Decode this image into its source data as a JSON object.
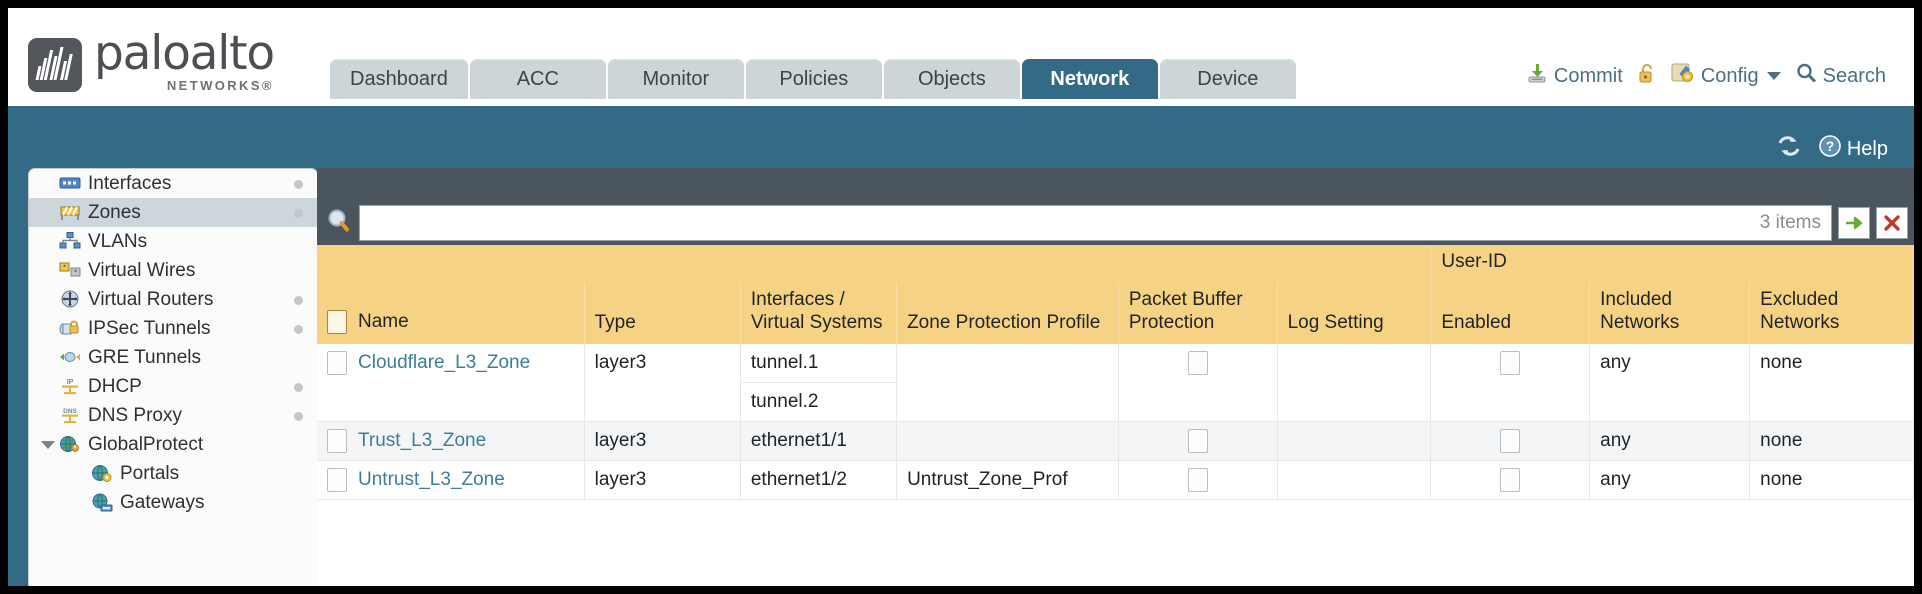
{
  "brand": {
    "name": "paloalto",
    "sub": "NETWORKS®"
  },
  "tabs": [
    {
      "label": "Dashboard",
      "active": false
    },
    {
      "label": "ACC",
      "active": false
    },
    {
      "label": "Monitor",
      "active": false
    },
    {
      "label": "Policies",
      "active": false
    },
    {
      "label": "Objects",
      "active": false
    },
    {
      "label": "Network",
      "active": true
    },
    {
      "label": "Device",
      "active": false
    }
  ],
  "top_actions": {
    "commit": "Commit",
    "lock_icon": "padlock-unlocked-icon",
    "config": "Config",
    "search": "Search"
  },
  "bluebar": {
    "refresh_icon": "refresh-icon",
    "help": "Help"
  },
  "sidebar": {
    "items": [
      {
        "label": "Interfaces",
        "icon": "interfaces-icon",
        "selected": false,
        "dot": true,
        "child": false,
        "caret": false
      },
      {
        "label": "Zones",
        "icon": "zones-icon",
        "selected": true,
        "dot": true,
        "child": false,
        "caret": false
      },
      {
        "label": "VLANs",
        "icon": "vlans-icon",
        "selected": false,
        "dot": false,
        "child": false,
        "caret": false
      },
      {
        "label": "Virtual Wires",
        "icon": "virtual-wires-icon",
        "selected": false,
        "dot": false,
        "child": false,
        "caret": false
      },
      {
        "label": "Virtual Routers",
        "icon": "virtual-routers-icon",
        "selected": false,
        "dot": true,
        "child": false,
        "caret": false
      },
      {
        "label": "IPSec Tunnels",
        "icon": "ipsec-tunnels-icon",
        "selected": false,
        "dot": true,
        "child": false,
        "caret": false
      },
      {
        "label": "GRE Tunnels",
        "icon": "gre-tunnels-icon",
        "selected": false,
        "dot": false,
        "child": false,
        "caret": false
      },
      {
        "label": "DHCP",
        "icon": "dhcp-icon",
        "selected": false,
        "dot": true,
        "child": false,
        "caret": false
      },
      {
        "label": "DNS Proxy",
        "icon": "dns-proxy-icon",
        "selected": false,
        "dot": true,
        "child": false,
        "caret": false
      },
      {
        "label": "GlobalProtect",
        "icon": "globalprotect-icon",
        "selected": false,
        "dot": false,
        "child": false,
        "caret": true
      },
      {
        "label": "Portals",
        "icon": "portals-icon",
        "selected": false,
        "dot": false,
        "child": true,
        "caret": false
      },
      {
        "label": "Gateways",
        "icon": "gateways-icon",
        "selected": false,
        "dot": false,
        "child": true,
        "caret": false
      }
    ]
  },
  "search": {
    "value": "",
    "placeholder": "",
    "icon": "magnifier-icon",
    "items_count": "3 items",
    "apply_icon": "green-arrow-icon",
    "clear_icon": "red-x-icon"
  },
  "table": {
    "group_header": {
      "label": "User-ID",
      "span": 3
    },
    "columns": [
      "Name",
      "Type",
      "Interfaces / Virtual Systems",
      "Zone Protection Profile",
      "Packet Buffer Protection",
      "Log Setting",
      "Enabled",
      "Included Networks",
      "Excluded Networks"
    ],
    "rows": [
      {
        "name": "Cloudflare_L3_Zone",
        "type": "layer3",
        "interfaces": [
          "tunnel.1",
          "tunnel.2"
        ],
        "zone_protection_profile": "",
        "packet_buffer_protection": false,
        "log_setting": "",
        "userid_enabled": false,
        "included_networks": "any",
        "excluded_networks": "none",
        "alt": false
      },
      {
        "name": "Trust_L3_Zone",
        "type": "layer3",
        "interfaces": [
          "ethernet1/1"
        ],
        "zone_protection_profile": "",
        "packet_buffer_protection": false,
        "log_setting": "",
        "userid_enabled": false,
        "included_networks": "any",
        "excluded_networks": "none",
        "alt": true
      },
      {
        "name": "Untrust_L3_Zone",
        "type": "layer3",
        "interfaces": [
          "ethernet1/2"
        ],
        "zone_protection_profile": "Untrust_Zone_Prof",
        "packet_buffer_protection": false,
        "log_setting": "",
        "userid_enabled": false,
        "included_networks": "any",
        "excluded_networks": "none",
        "alt": false
      }
    ]
  },
  "colors": {
    "brand_blue": "#336b87",
    "tab_inactive": "#ccd6d8",
    "header_yellow": "#f6d384",
    "group_gold": "#dfb04b",
    "link_teal": "#3d7d99",
    "toolbar_slate": "#4a555e"
  }
}
